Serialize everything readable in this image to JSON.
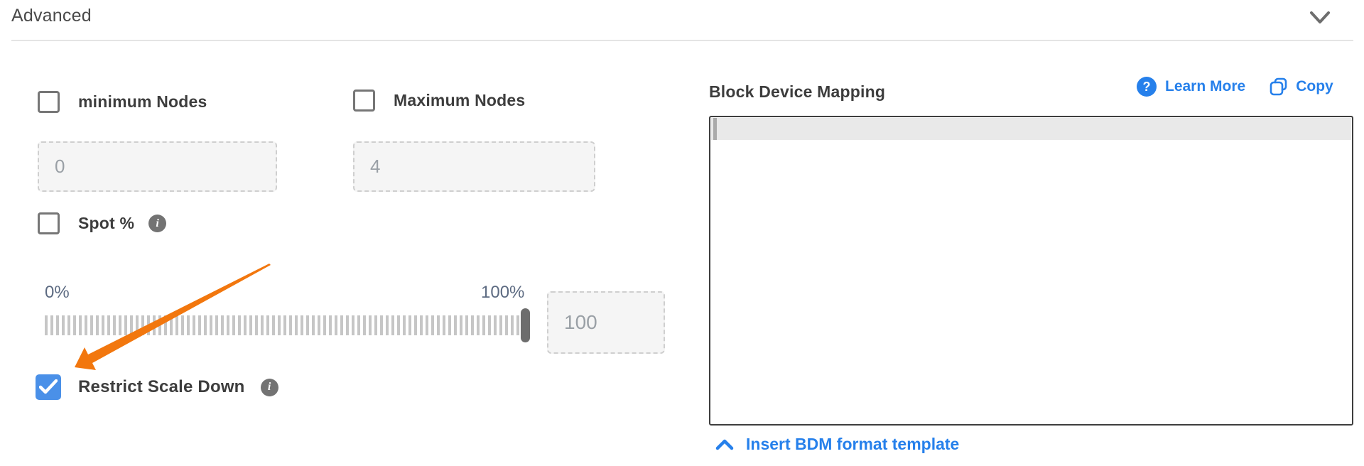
{
  "header": {
    "title": "Advanced",
    "collapse_icon": "chevron-down",
    "collapsed": false
  },
  "left_panel": {
    "min_nodes": {
      "label": "minimum Nodes",
      "checked": false,
      "placeholder": "0"
    },
    "max_nodes": {
      "label": "Maximum Nodes",
      "checked": false,
      "placeholder": "4"
    },
    "spot": {
      "label": "Spot %",
      "checked": false,
      "info_icon": "info"
    },
    "slider": {
      "min_label": "0%",
      "max_label": "100%",
      "value": 100,
      "range": [
        0,
        100
      ],
      "input_placeholder": "100"
    },
    "restrict_scale_down": {
      "label": "Restrict Scale Down",
      "checked": true,
      "info_icon": "info"
    },
    "annotation": {
      "shape": "orange-arrow",
      "points_to": "restrict-scale-down-checkbox"
    }
  },
  "right_panel": {
    "title": "Block Device Mapping",
    "learn_more_label": "Learn More",
    "copy_label": "Copy",
    "editor_value": "",
    "insert_template_label": "Insert BDM format template"
  },
  "colors": {
    "accent_blue": "#2680eb",
    "checkbox_checked_blue": "#4a90e8",
    "arrow_orange": "#f2770e",
    "label_dark": "#3d3d3d",
    "slider_label_slate": "#5d6b82",
    "placeholder_gray": "#9aa0a6"
  }
}
